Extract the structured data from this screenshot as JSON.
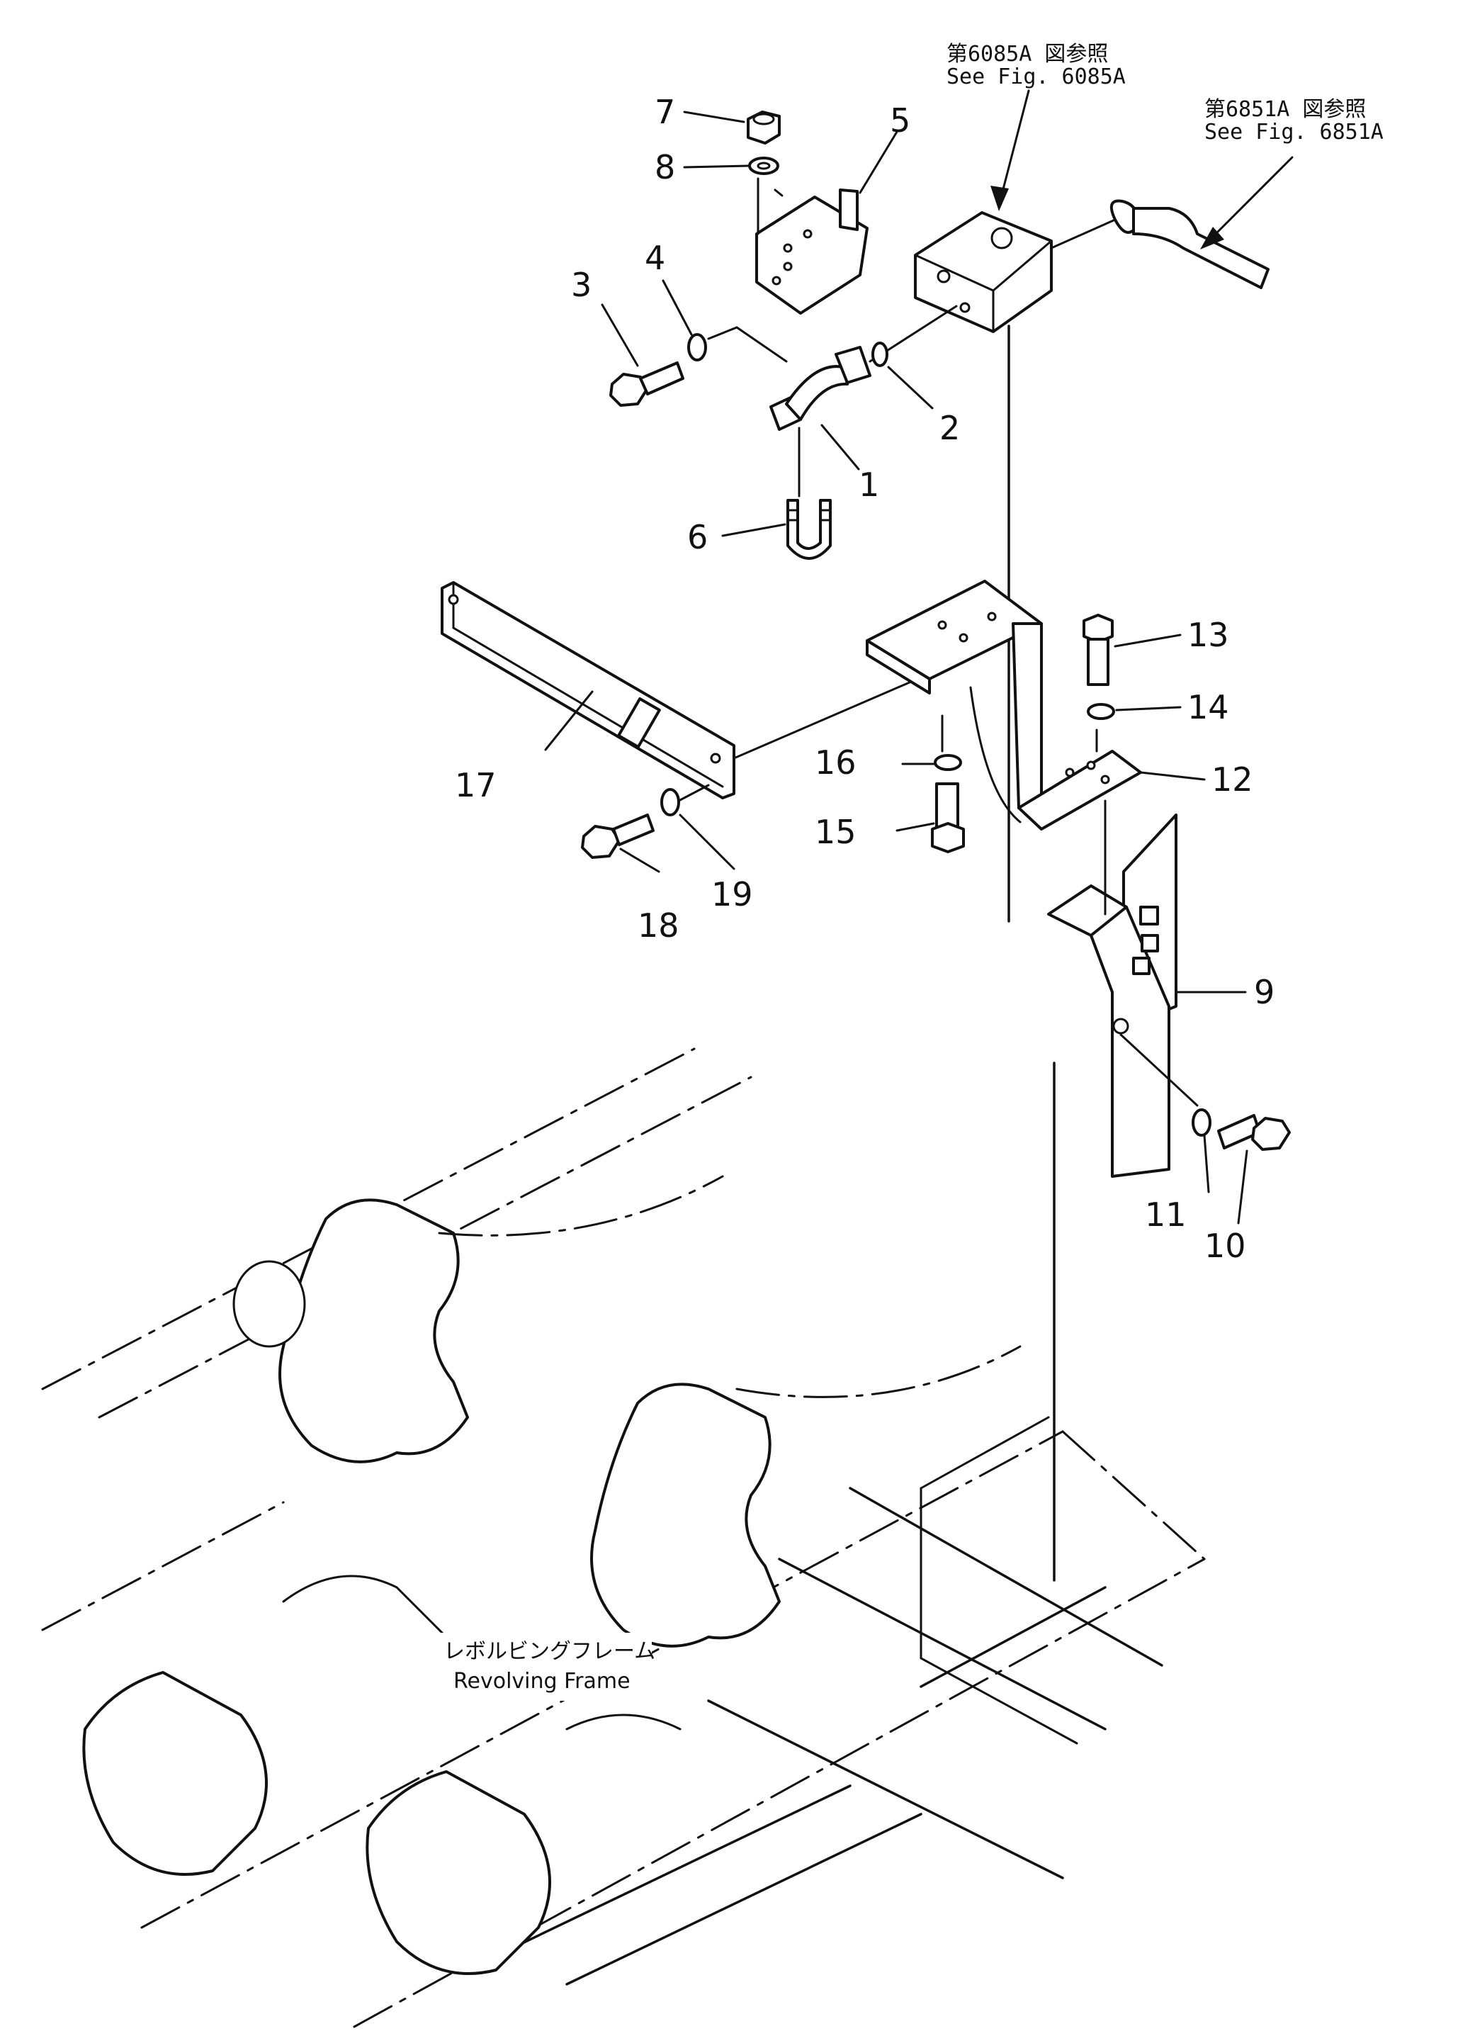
{
  "references": {
    "fig_6085a_jp": "第6085A 図参照",
    "fig_6085a_en": "See Fig. 6085A",
    "fig_6851a_jp": "第6851A 図参照",
    "fig_6851a_en": "See Fig. 6851A"
  },
  "frame_label": {
    "jp": "レボルビングフレーム",
    "en": "Revolving Frame"
  },
  "callouts": {
    "c1": "1",
    "c2": "2",
    "c3": "3",
    "c4": "4",
    "c5": "5",
    "c6": "6",
    "c7": "7",
    "c8": "8",
    "c9": "9",
    "c10": "10",
    "c11": "11",
    "c12": "12",
    "c13": "13",
    "c14": "14",
    "c15": "15",
    "c16": "16",
    "c17": "17",
    "c18": "18",
    "c19": "19"
  }
}
